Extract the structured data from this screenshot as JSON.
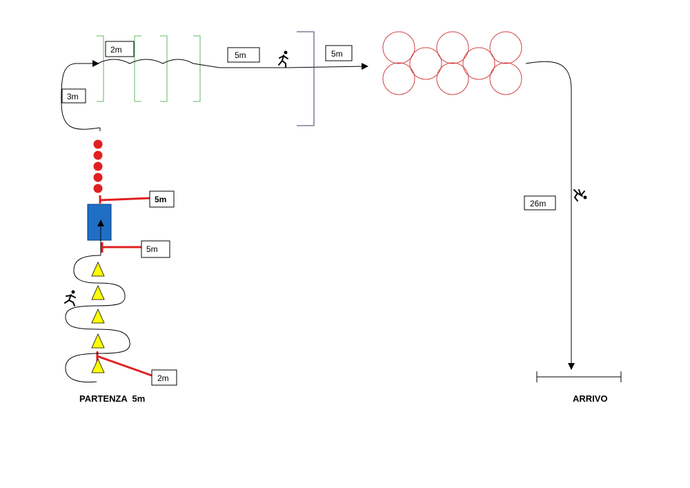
{
  "labels": {
    "hurdle_gap": "2m",
    "return_curve": "3m",
    "top_run_left": "5m",
    "top_run_right": "5m",
    "bench_top": "5m",
    "bench_bottom": "5m",
    "cones_gap": "2m",
    "final_run": "26m"
  },
  "captions": {
    "start": "PARTENZA  5m",
    "finish": "ARRIVO"
  },
  "colors": {
    "hurdles": "#5cb85c",
    "red_marker": "#e02020",
    "hoops": "#d04040",
    "bench": "#1f6fc5",
    "cones": "#ffff00",
    "gate": "#3a3a6a"
  },
  "icons": {
    "runner": "running-person-icon",
    "jumper": "jumping-person-icon"
  }
}
